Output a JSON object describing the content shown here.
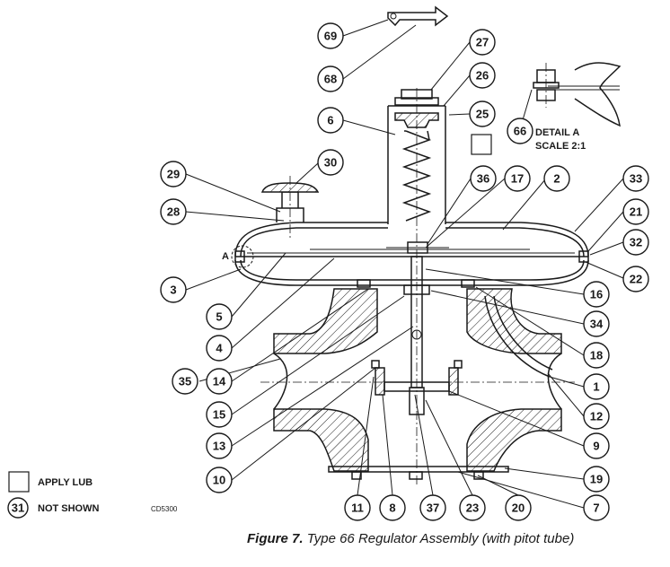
{
  "callouts": [
    {
      "num": "69"
    },
    {
      "num": "68"
    },
    {
      "num": "27"
    },
    {
      "num": "26"
    },
    {
      "num": "25"
    },
    {
      "num": "6"
    },
    {
      "num": "66"
    },
    {
      "num": "30"
    },
    {
      "num": "36"
    },
    {
      "num": "17"
    },
    {
      "num": "2"
    },
    {
      "num": "33"
    },
    {
      "num": "29"
    },
    {
      "num": "28"
    },
    {
      "num": "21"
    },
    {
      "num": "32"
    },
    {
      "num": "22"
    },
    {
      "num": "3"
    },
    {
      "num": "16"
    },
    {
      "num": "5"
    },
    {
      "num": "34"
    },
    {
      "num": "4"
    },
    {
      "num": "18"
    },
    {
      "num": "35"
    },
    {
      "num": "14"
    },
    {
      "num": "1"
    },
    {
      "num": "15"
    },
    {
      "num": "12"
    },
    {
      "num": "13"
    },
    {
      "num": "9"
    },
    {
      "num": "10"
    },
    {
      "num": "19"
    },
    {
      "num": "11"
    },
    {
      "num": "8"
    },
    {
      "num": "37"
    },
    {
      "num": "23"
    },
    {
      "num": "20"
    },
    {
      "num": "7"
    }
  ],
  "detail": {
    "line1": "DETAIL A",
    "line2": "SCALE 2:1",
    "marker": "A"
  },
  "legend": {
    "lub_label": "APPLY LUB",
    "not_shown_num": "31",
    "not_shown_label": "NOT SHOWN"
  },
  "drawing_code": "CD5300",
  "caption": {
    "label": "Figure 7.",
    "text": "Type 66 Regulator Assembly (with pitot tube)"
  }
}
